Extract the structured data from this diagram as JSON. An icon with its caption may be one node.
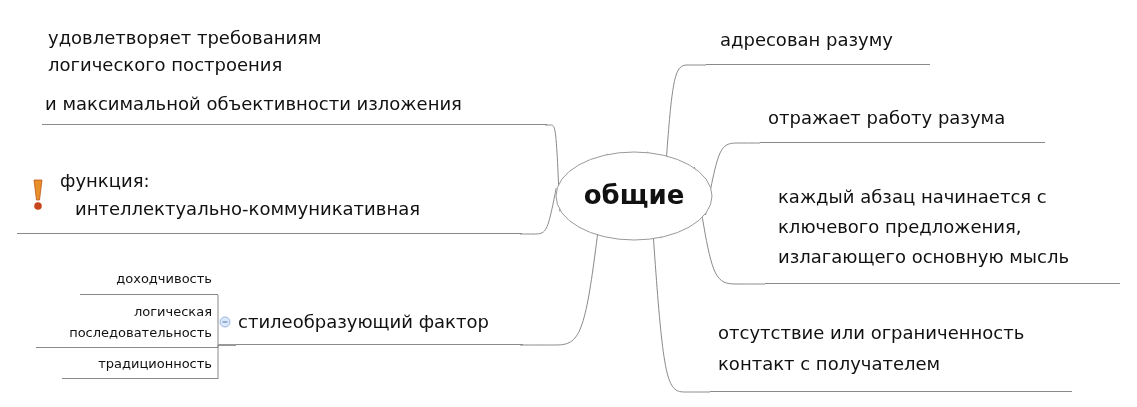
{
  "diagram": {
    "nodes": [
      {
        "text": [
          "общие"
        ]
      },
      {
        "text": [
          "удовлетворяет требованиям логического построения",
          "и максимальной объективности изложения"
        ]
      },
      {
        "text": [
          "функция:",
          "интеллектуально-коммуникативная"
        ]
      },
      {
        "text": [
          "стилеобразующий фактор"
        ]
      },
      {
        "text": [
          "доходчивость"
        ]
      },
      {
        "text": [
          "логическая последовательность"
        ]
      },
      {
        "text": [
          "традиционность"
        ]
      },
      {
        "text": [
          "адресован разуму"
        ]
      },
      {
        "text": [
          "отражает работу разума"
        ]
      },
      {
        "text": [
          "каждый абзац начинается с ключевого предложения, излагающего основную мысль"
        ]
      },
      {
        "text": [
          "отсутствие или ограниченность контакт с получателем"
        ]
      }
    ],
    "edges": [
      {
        "from": 0,
        "to": 1,
        "arrow": "none"
      },
      {
        "from": 0,
        "to": 2,
        "arrow": "none"
      },
      {
        "from": 0,
        "to": 3,
        "arrow": "none"
      },
      {
        "from": 3,
        "to": 4,
        "arrow": "none"
      },
      {
        "from": 3,
        "to": 5,
        "arrow": "none"
      },
      {
        "from": 3,
        "to": 6,
        "arrow": "none"
      },
      {
        "from": 0,
        "to": 7,
        "arrow": "none"
      },
      {
        "from": 0,
        "to": 8,
        "arrow": "none"
      },
      {
        "from": 0,
        "to": 9,
        "arrow": "none"
      },
      {
        "from": 0,
        "to": 10,
        "arrow": "none"
      }
    ]
  }
}
